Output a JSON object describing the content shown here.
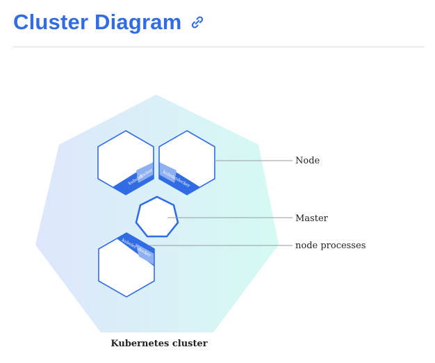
{
  "page": {
    "title": "Cluster Diagram",
    "anchor_icon": "link-icon",
    "accent_color": "#326ce5"
  },
  "diagram": {
    "labels": {
      "node": "Node",
      "master": "Master",
      "node_processes": "node processes"
    },
    "caption": "Kubernetes cluster",
    "node_process_tags": [
      "kubelet",
      "docker"
    ],
    "colors": {
      "cluster_gradient_start": "#dde6fb",
      "cluster_gradient_end": "#d5faf3",
      "node_stroke": "#326ce5",
      "band_dark": "#326ce5",
      "band_light": "#8fb0f0",
      "leader_line": "#9a9a9a"
    }
  }
}
